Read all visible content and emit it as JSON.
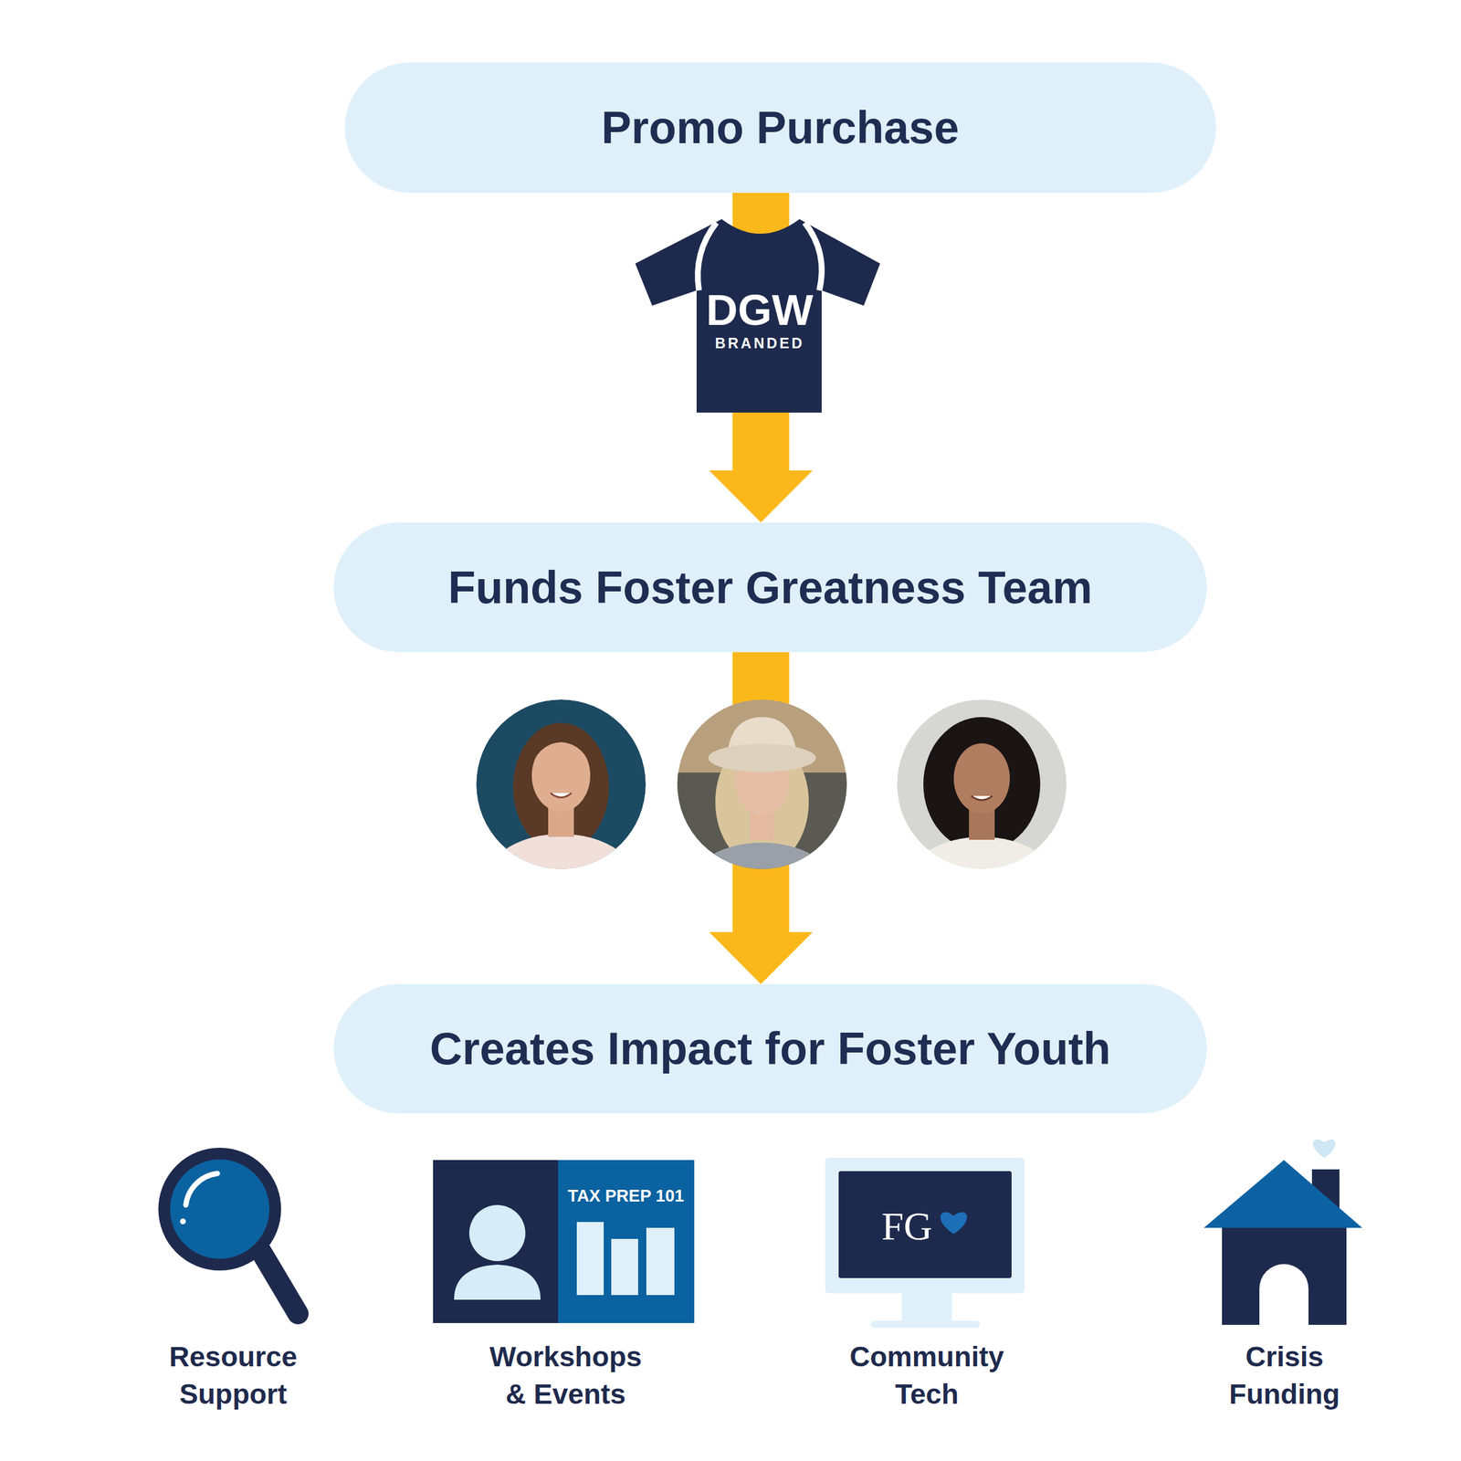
{
  "diagram": {
    "nodes": [
      {
        "text": [
          "Promo Purchase"
        ]
      },
      {
        "text": [
          "Funds Foster Greatness Team"
        ]
      },
      {
        "text": [
          "Creates Impact for Foster Youth"
        ]
      }
    ],
    "edges": [
      {
        "from": 0,
        "to": 1,
        "arrow": "to"
      },
      {
        "from": 1,
        "to": 2,
        "arrow": "to"
      }
    ],
    "labels": [
      "DGW",
      "BRANDED",
      "TAX PREP 101",
      "FG",
      "Resource Support",
      "Workshops & Events",
      "Community Tech",
      "Crisis Funding"
    ]
  }
}
